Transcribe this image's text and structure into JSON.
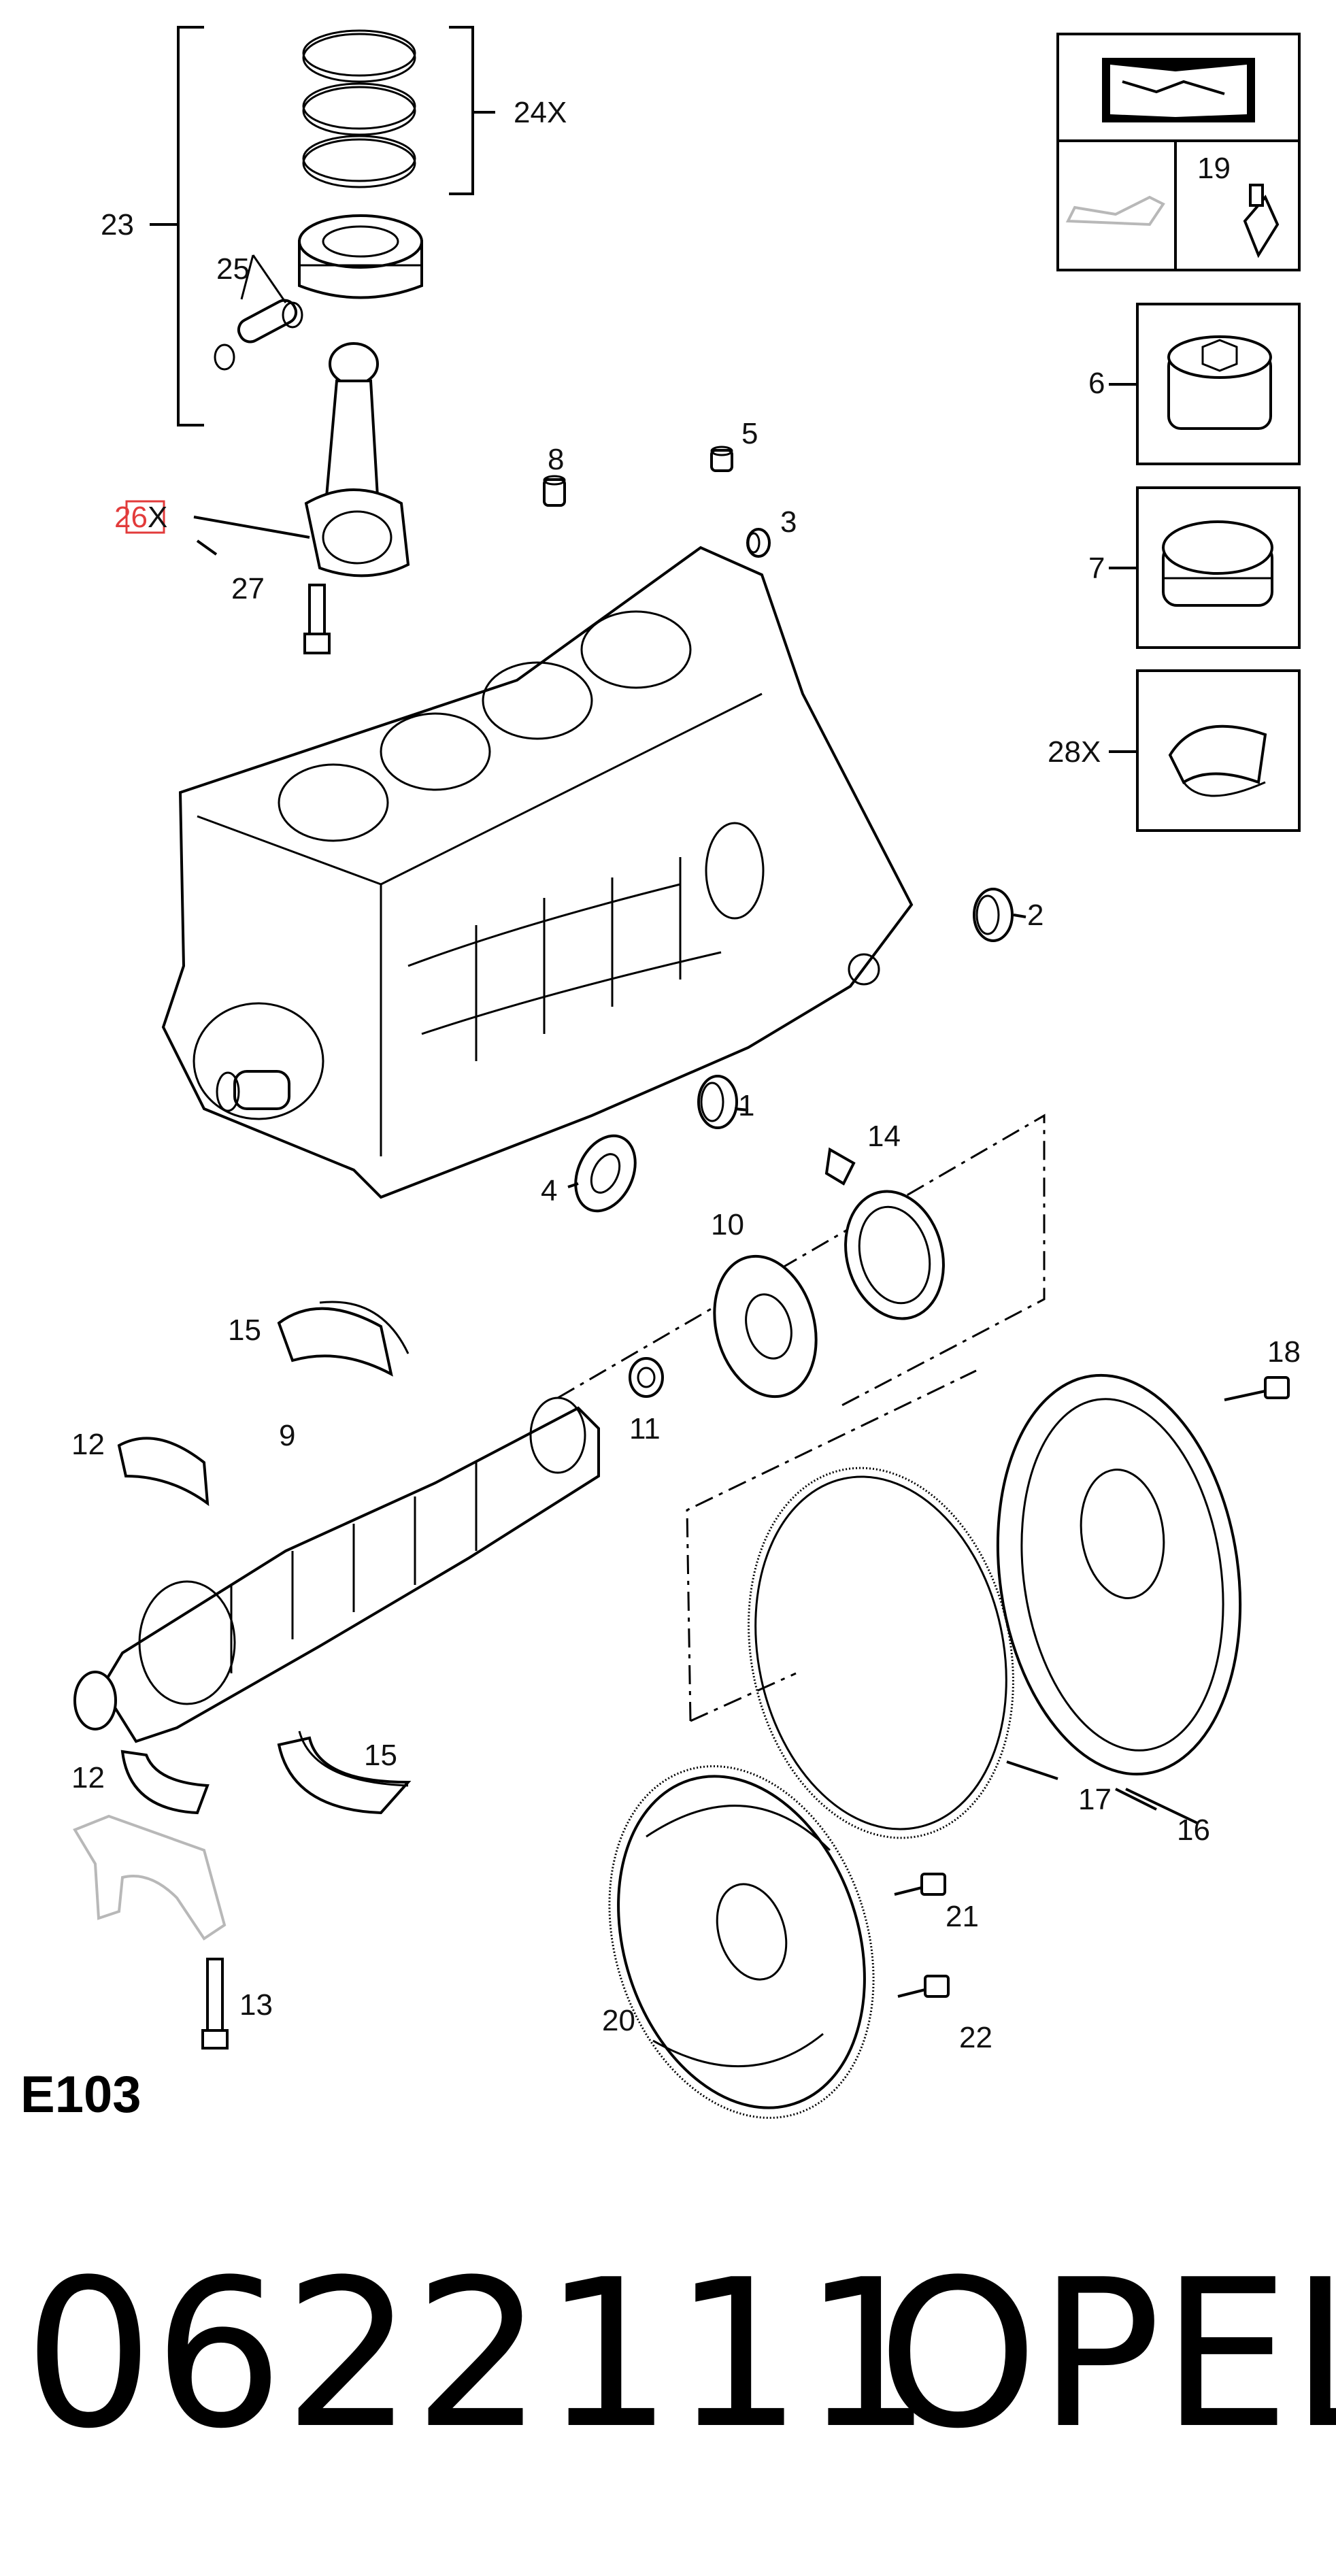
{
  "callouts": {
    "c1": "1",
    "c2": "2",
    "c3": "3",
    "c4": "4",
    "c5": "5",
    "c6": "6",
    "c7": "7",
    "c8": "8",
    "c9": "9",
    "c10": "10",
    "c11": "11",
    "c12a": "12",
    "c12b": "12",
    "c13": "13",
    "c14": "14",
    "c15a": "15",
    "c15b": "15",
    "c16": "16",
    "c17": "17",
    "c18": "18",
    "c19": "19",
    "c20": "20",
    "c21": "21",
    "c22": "22",
    "c23": "23",
    "c24x": "24X",
    "c25": "25",
    "c26x_num": "26",
    "c26x_suffix": "X",
    "c27": "27",
    "c28x": "28X"
  },
  "diagram_code": "E103",
  "part_number": "0622111",
  "brand": "OPEL",
  "colors": {
    "line": "#000000",
    "ghost_part": "#b8b8b8",
    "highlight": "#e23b3b"
  }
}
